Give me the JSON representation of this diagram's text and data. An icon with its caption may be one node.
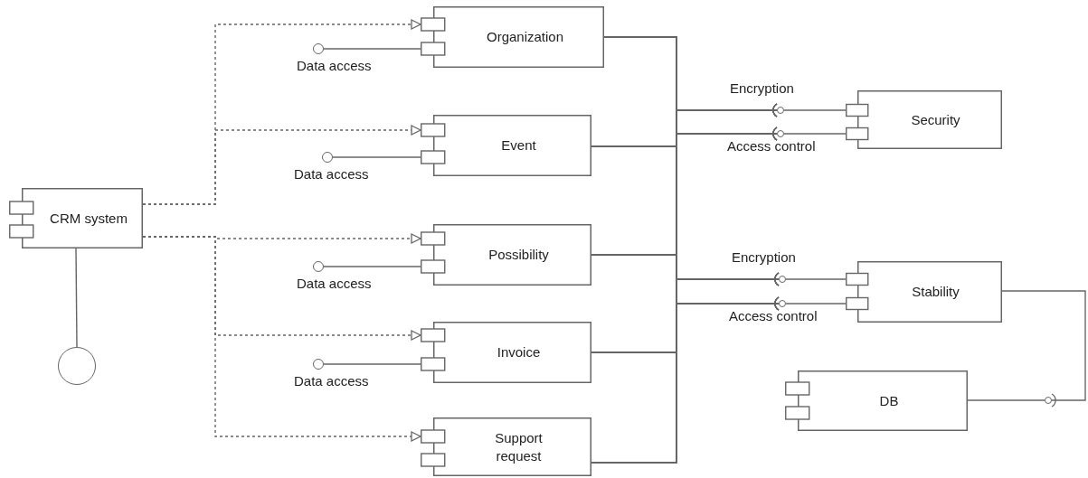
{
  "diagram": {
    "nodes": [
      {
        "text": [
          "CRM system"
        ]
      },
      {
        "text": [],
        "shape": "circle"
      },
      {
        "text": [
          "Organization"
        ]
      },
      {
        "text": [
          "Data access"
        ]
      },
      {
        "text": [
          "Event"
        ]
      },
      {
        "text": [
          "Data access"
        ]
      },
      {
        "text": [
          "Possibility"
        ]
      },
      {
        "text": [
          "Data access"
        ]
      },
      {
        "text": [
          "Invoice"
        ]
      },
      {
        "text": [
          "Data access"
        ]
      },
      {
        "text": [
          "Support request"
        ]
      },
      {
        "text": [
          "Encryption"
        ]
      },
      {
        "text": [
          "Access control"
        ]
      },
      {
        "text": [
          "Security"
        ]
      },
      {
        "text": [
          "Encryption"
        ]
      },
      {
        "text": [
          "Access control"
        ]
      },
      {
        "text": [
          "Stability"
        ]
      },
      {
        "text": [
          "DB"
        ]
      },
      {
        "text": [],
        "shape": "circle"
      }
    ],
    "edges": [
      {
        "from": 0,
        "to": 2,
        "arrow": "to",
        "style": "dashed"
      },
      {
        "from": 0,
        "to": 4,
        "arrow": "to",
        "style": "dashed"
      },
      {
        "from": 0,
        "to": 6,
        "arrow": "to",
        "style": "dashed"
      },
      {
        "from": 0,
        "to": 8,
        "arrow": "to",
        "style": "dashed"
      },
      {
        "from": 0,
        "to": 10,
        "arrow": "to",
        "style": "dashed"
      },
      {
        "from": 0,
        "to": 1,
        "arrow": "none"
      },
      {
        "from": 2,
        "to": 3,
        "arrow": "none"
      },
      {
        "from": 4,
        "to": 5,
        "arrow": "none"
      },
      {
        "from": 6,
        "to": 7,
        "arrow": "none"
      },
      {
        "from": 8,
        "to": 9,
        "arrow": "none"
      },
      {
        "from": 13,
        "to": 11,
        "arrow": "none"
      },
      {
        "from": 13,
        "to": 12,
        "arrow": "none"
      },
      {
        "from": 16,
        "to": 14,
        "arrow": "none"
      },
      {
        "from": 16,
        "to": 15,
        "arrow": "none"
      },
      {
        "from": 2,
        "to": 11,
        "arrow": "other"
      },
      {
        "from": 2,
        "to": 12,
        "arrow": "other"
      },
      {
        "from": 2,
        "to": 14,
        "arrow": "other"
      },
      {
        "from": 2,
        "to": 15,
        "arrow": "other"
      },
      {
        "from": 4,
        "to": 11,
        "arrow": "other"
      },
      {
        "from": 4,
        "to": 12,
        "arrow": "other"
      },
      {
        "from": 4,
        "to": 14,
        "arrow": "other"
      },
      {
        "from": 4,
        "to": 15,
        "arrow": "other"
      },
      {
        "from": 6,
        "to": 11,
        "arrow": "other"
      },
      {
        "from": 6,
        "to": 12,
        "arrow": "other"
      },
      {
        "from": 6,
        "to": 14,
        "arrow": "other"
      },
      {
        "from": 6,
        "to": 15,
        "arrow": "other"
      },
      {
        "from": 8,
        "to": 11,
        "arrow": "other"
      },
      {
        "from": 8,
        "to": 12,
        "arrow": "other"
      },
      {
        "from": 8,
        "to": 14,
        "arrow": "other"
      },
      {
        "from": 8,
        "to": 15,
        "arrow": "other"
      },
      {
        "from": 10,
        "to": 11,
        "arrow": "other"
      },
      {
        "from": 10,
        "to": 12,
        "arrow": "other"
      },
      {
        "from": 10,
        "to": 14,
        "arrow": "other"
      },
      {
        "from": 10,
        "to": 15,
        "arrow": "other"
      },
      {
        "from": 17,
        "to": 18,
        "arrow": "none"
      },
      {
        "from": 16,
        "to": 18,
        "arrow": "other"
      }
    ]
  }
}
